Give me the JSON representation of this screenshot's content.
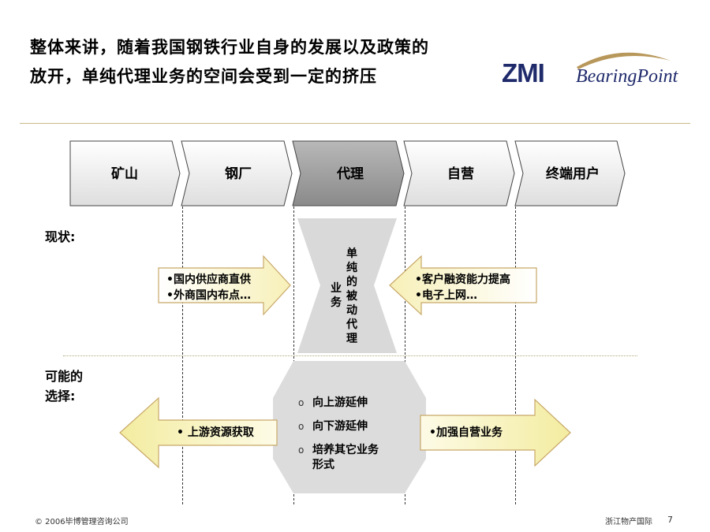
{
  "title": {
    "line1": "整体来讲，随着我国钢铁行业自身的发展以及政策的",
    "line2": "放开，单纯代理业务的空间会受到一定的挤压"
  },
  "logo": {
    "zmi": "ZMI",
    "bearingpoint": "BearingPoint",
    "colors": {
      "zmi": "#1f2a6b",
      "swoosh": "#b8975a"
    }
  },
  "value_chain": {
    "steps": [
      "矿山",
      "钢厂",
      "代理",
      "自营",
      "终端用户"
    ],
    "highlighted_index": 2
  },
  "rows": {
    "current_label": "现状:",
    "options_label_line1": "可能的",
    "options_label_line2": "选择:"
  },
  "current": {
    "left_items": [
      "•国内供应商直供",
      "•外商国内布点…"
    ],
    "right_items": [
      "•客户融资能力提高",
      "•电子上网…"
    ],
    "center_col1": "单纯的被动代理",
    "center_col2": "业务"
  },
  "options": {
    "left_item": "•  上游资源获取",
    "right_item": "•加强自营业务",
    "center_items": [
      "向上游延伸",
      "向下游延伸",
      "培养其它业务",
      "形式"
    ],
    "bullet_mark": "o"
  },
  "footer": {
    "copyright": "© 2006毕博管理咨询公司",
    "client": "浙江物产国际",
    "page": "7"
  }
}
